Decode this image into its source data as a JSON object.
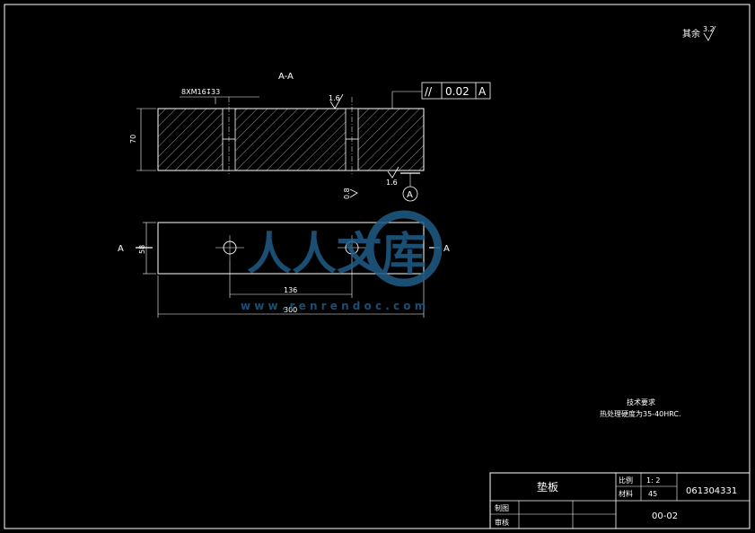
{
  "roughness_other": {
    "label": "其余",
    "value": "3.2"
  },
  "section_title": "A-A",
  "section_view": {
    "thread_callout": "8XM16",
    "thread_depth": "33",
    "height_dim": "70",
    "roughness_top": "1.6",
    "roughness_right": "1.6",
    "roughness_left": "0.8",
    "datum_label": "A"
  },
  "tolerance_frame": {
    "symbol": "//",
    "value": "0.02",
    "datum": "A"
  },
  "plan_view": {
    "section_mark_left": "A",
    "section_mark_right": "A",
    "height_dim": "58",
    "hole_spacing_dim": "136",
    "length_dim": "300"
  },
  "watermark": {
    "text": "人人文库",
    "url": "w w w . r e n r e n d o c . c o m"
  },
  "tech_requirements": {
    "title": "技术要求",
    "line1": "热处理硬度为35-40HRC."
  },
  "title_block": {
    "part_name": "垫板",
    "scale_label": "比例",
    "scale_value": "1: 2",
    "material_label": "材料",
    "material_value": "45",
    "drawing_number": "061304331",
    "drawn_label": "制图",
    "reviewed_label": "审核",
    "sheet_code": "00-02"
  },
  "colors": {
    "background": "#000000",
    "lines": "#ffffff",
    "watermark": "#1f5c86"
  }
}
